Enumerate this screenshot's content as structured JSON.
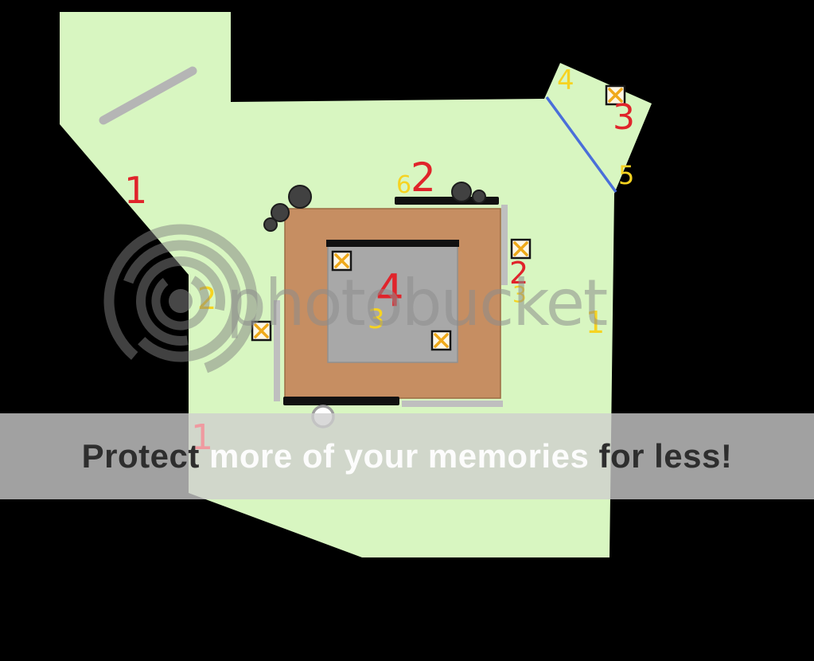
{
  "canvas": {
    "background_color": "#000000"
  },
  "map": {
    "ground_color": "#d8f6c1",
    "building_color": "#c68e62",
    "roof_color": "#a8a8a8",
    "wall_color": "#111111",
    "ledge_color": "#bfbfbf",
    "door_line_color": "#4a6fd9",
    "crate_fill_color": "#fdf7e6",
    "crate_x_color": "#efa91a"
  },
  "markers": {
    "red_color": "#e0242b",
    "yellow_color": "#f6d321",
    "faded_color": "#ef9aa0",
    "items": [
      {
        "text": "1",
        "color": "red"
      },
      {
        "text": "2",
        "color": "red"
      },
      {
        "text": "6",
        "color": "yellow"
      },
      {
        "text": "4",
        "color": "yellow"
      },
      {
        "text": "3",
        "color": "red"
      },
      {
        "text": "5",
        "color": "yellow"
      },
      {
        "text": "2",
        "color": "yellow"
      },
      {
        "text": "4",
        "color": "red"
      },
      {
        "text": "3",
        "color": "yellow"
      },
      {
        "text": "2",
        "color": "red"
      },
      {
        "text": "3",
        "color": "yellow"
      },
      {
        "text": "1",
        "color": "yellow"
      },
      {
        "text": "1",
        "color": "red-faded"
      }
    ]
  },
  "watermark": {
    "brand": "photobucket",
    "banner_prefix": "Protect ",
    "banner_highlight": "more of your memories",
    "banner_suffix": " for less!"
  }
}
